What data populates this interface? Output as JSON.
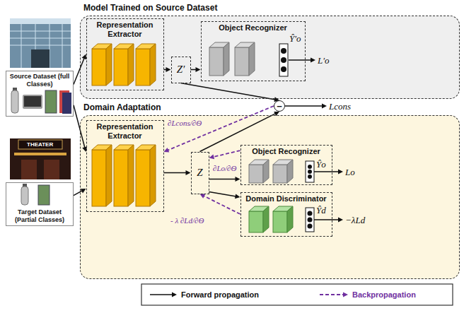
{
  "diagram": {
    "nodes": [
      {
        "text": [
          "Model Trained on Source Dataset"
        ]
      },
      {
        "text": [
          "Representation Extractor"
        ],
        "in": 0
      },
      {
        "text": [
          "Z′"
        ],
        "in": 0
      },
      {
        "text": [
          "Object Recognizer"
        ],
        "in": 0
      },
      {
        "text": [
          "Domain Adaptation"
        ]
      },
      {
        "text": [
          "Representation Extractor"
        ],
        "in": 4
      },
      {
        "text": [
          "Z"
        ],
        "in": 4
      },
      {
        "text": [
          "Object Recognizer"
        ],
        "in": 4
      },
      {
        "text": [
          "Domain Discriminator"
        ],
        "in": 4
      },
      {
        "text": [
          "−"
        ]
      },
      {
        "text": [
          "Source Dataset (full Classes)"
        ]
      },
      {
        "text": [
          "Target Dataset (Partial Classes)"
        ]
      }
    ],
    "edges": [
      {
        "from": 10,
        "to": 1,
        "arrow": "to"
      },
      {
        "from": 10,
        "to": 5,
        "arrow": "to"
      },
      {
        "from": 11,
        "to": 5,
        "arrow": "to"
      },
      {
        "from": 1,
        "to": 2,
        "arrow": "to"
      },
      {
        "from": 2,
        "to": 3,
        "arrow": "to"
      },
      {
        "from": 2,
        "to": 9,
        "arrow": "to"
      },
      {
        "from": 5,
        "to": 6,
        "arrow": "to"
      },
      {
        "from": 6,
        "to": 7,
        "arrow": "to"
      },
      {
        "from": 6,
        "to": 8,
        "arrow": "to"
      },
      {
        "from": 6,
        "to": 9,
        "arrow": "to"
      },
      {
        "from": 9,
        "to": 5,
        "label": "∂Lcons/∂Θ",
        "arrow": "to"
      },
      {
        "from": 7,
        "to": 6,
        "label": "∂Lo/∂Θ",
        "arrow": "to"
      },
      {
        "from": 8,
        "to": 6,
        "label": "- λ ∂Ld/∂Θ",
        "arrow": "to"
      }
    ],
    "labels": [
      "Ŷ′o",
      "L′o",
      "Lcons",
      "Ŷo",
      "Lo",
      "Ŷd",
      "−λLd",
      "THEATER"
    ],
    "legend": [
      {
        "text": "Forward propagation"
      },
      {
        "text": "Backpropagation"
      }
    ]
  }
}
